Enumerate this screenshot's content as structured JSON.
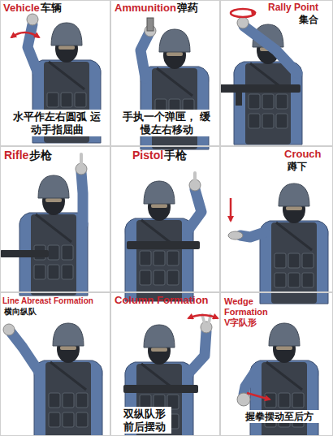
{
  "diagram": {
    "nodes": [
      {
        "text": [
          "Vehicle",
          "车辆",
          "水平作左右圆弧 运动手指屈曲"
        ]
      },
      {
        "text": [
          "Ammunition",
          "弹药",
          "手执一个弹匣， 缓慢左右移动"
        ]
      },
      {
        "text": [
          "Rally Point",
          "集合"
        ]
      },
      {
        "text": [
          "Rifle",
          "步枪"
        ]
      },
      {
        "text": [
          "Pistol",
          "手枪"
        ]
      },
      {
        "text": [
          "Crouch",
          "蹲下"
        ]
      },
      {
        "text": [
          "Line Abreast Formation",
          "横向纵队"
        ]
      },
      {
        "text": [
          "Column Formation",
          "双纵队形 前后摆动"
        ]
      },
      {
        "text": [
          "Wedge",
          "Formation",
          "V字队形",
          "握拳摆动至后方"
        ]
      }
    ]
  }
}
